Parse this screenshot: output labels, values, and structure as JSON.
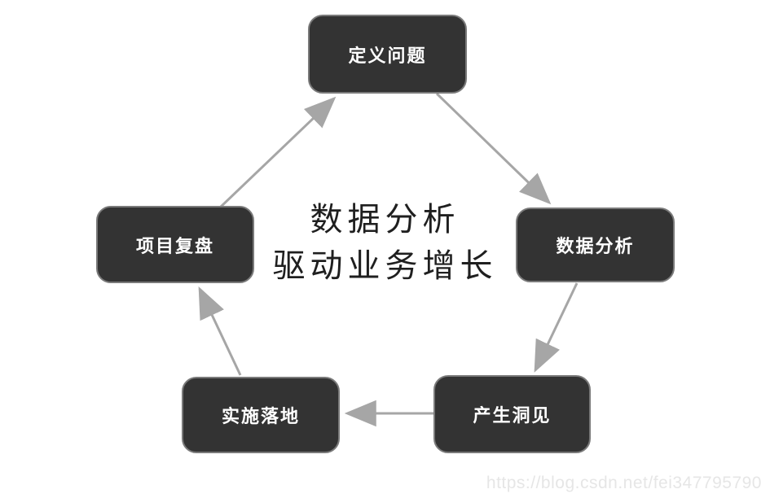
{
  "diagram": {
    "title_lines": [
      "数据分析",
      "驱动业务增长"
    ],
    "nodes": [
      {
        "id": "define-problem",
        "label": "定义问题",
        "position": "top"
      },
      {
        "id": "data-analysis",
        "label": "数据分析",
        "position": "right"
      },
      {
        "id": "generate-insight",
        "label": "产生洞见",
        "position": "bottom-right"
      },
      {
        "id": "implement",
        "label": "实施落地",
        "position": "bottom-left"
      },
      {
        "id": "project-review",
        "label": "项目复盘",
        "position": "left"
      }
    ],
    "edges": [
      {
        "from": "define-problem",
        "to": "data-analysis"
      },
      {
        "from": "data-analysis",
        "to": "generate-insight"
      },
      {
        "from": "generate-insight",
        "to": "implement"
      },
      {
        "from": "implement",
        "to": "project-review"
      },
      {
        "from": "project-review",
        "to": "define-problem"
      }
    ],
    "colors": {
      "background": "#ffffff",
      "node_bg": "#333333",
      "node_border": "#7a7a7a",
      "node_text": "#ffffff",
      "arrow": "#a6a6a6",
      "title_text": "#1f1f1f",
      "watermark": "#e6e6e6"
    }
  },
  "watermark": {
    "text": "https://blog.csdn.net/fei347795790"
  }
}
